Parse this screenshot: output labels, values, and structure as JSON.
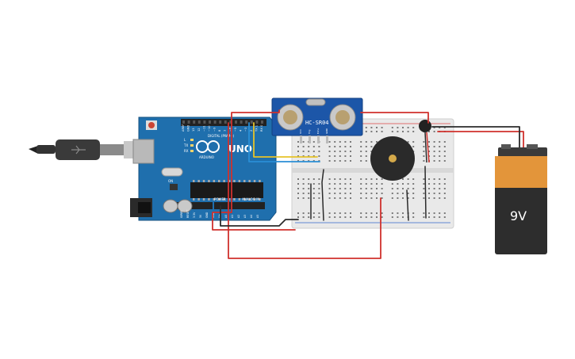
{
  "arduino": {
    "model_label": "UNO",
    "brand_label": "ARDUINO",
    "digital_label": "DIGITAL (PWM~)",
    "power_label": "POWER",
    "analog_label": "ANALOG IN",
    "top_pin_labels": [
      "AREF",
      "GND",
      "13",
      "12",
      "~11",
      "~10",
      "~9",
      "8",
      "7",
      "~6",
      "~5",
      "4",
      "~3",
      "2",
      "TX 1",
      "RX 0"
    ],
    "led_labels": [
      "L",
      "TX",
      "RX"
    ],
    "on_label": "ON",
    "bottom_pin_labels": [
      "IOREF",
      "RESET",
      "3.3V",
      "5V",
      "GND",
      "GND",
      "Vin",
      "A0",
      "A1",
      "A2",
      "A3",
      "A4",
      "A5"
    ]
  },
  "sensor": {
    "label": "HC-SR04",
    "pin_labels": [
      "VCC",
      "Trig",
      "Echo",
      "GND"
    ]
  },
  "battery": {
    "label": "9V"
  },
  "colors": {
    "arduino_board": "#1f6fad",
    "sensor_board": "#1c56a8",
    "wire_red": "#d0312d",
    "wire_black": "#2b2b2b",
    "wire_yellow": "#e6c229",
    "wire_blue": "#2a8fd6",
    "battery_body": "#2d2d2d",
    "battery_label": "#e3953a",
    "breadboard": "#e9e9e9"
  }
}
